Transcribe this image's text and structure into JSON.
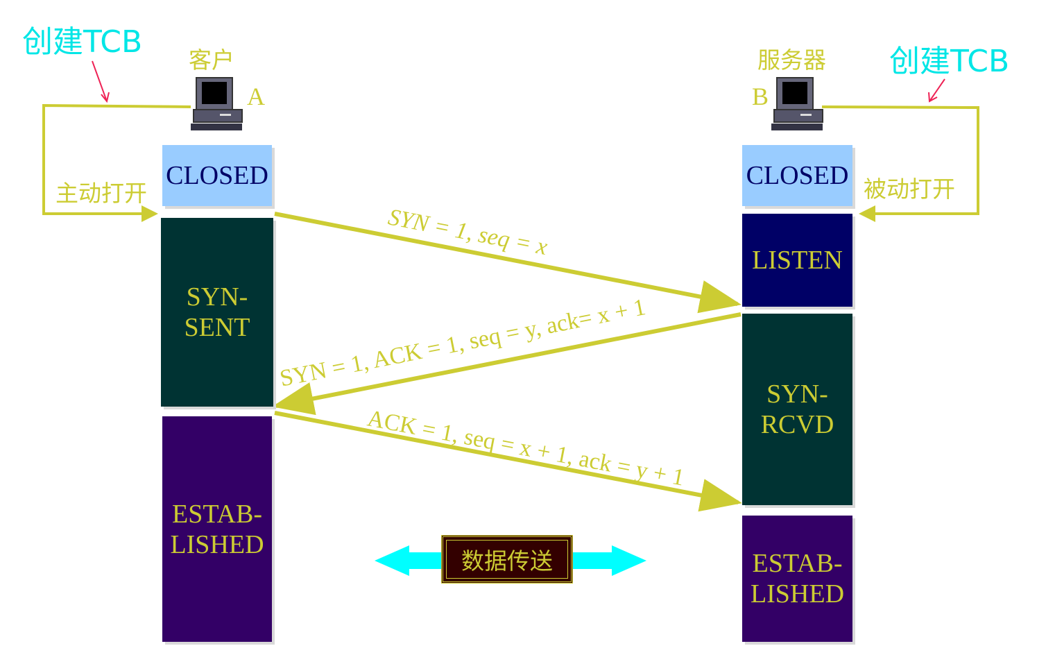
{
  "client": {
    "title": "客户",
    "host_letter": "A",
    "open_label": "主动打开",
    "tcb_label": "创建TCB",
    "states": {
      "closed": "CLOSED",
      "syn_sent_line1": "SYN-",
      "syn_sent_line2": "SENT",
      "established_line1": "ESTAB-",
      "established_line2": "LISHED"
    }
  },
  "server": {
    "title": "服务器",
    "host_letter": "B",
    "open_label": "被动打开",
    "tcb_label": "创建TCB",
    "states": {
      "closed": "CLOSED",
      "listen": "LISTEN",
      "syn_rcvd_line1": "SYN-",
      "syn_rcvd_line2": "RCVD",
      "established_line1": "ESTAB-",
      "established_line2": "LISHED"
    }
  },
  "messages": {
    "syn": "SYN = 1, seq = x",
    "syn_ack": "SYN = 1, ACK = 1, seq = y, ack= x + 1",
    "ack": "ACK = 1, seq = x + 1, ack = y + 1"
  },
  "data_transfer": "数据传送",
  "colors": {
    "accent_yellow": "#cccc33",
    "cyan": "#00e6e6",
    "closed_bg": "#99ccff",
    "listen_bg": "#000066",
    "syn_bg": "#003333",
    "established_bg": "#330066",
    "pointer_red": "#ee2255"
  },
  "icons": {
    "client_computer": "computer-icon",
    "server_computer": "computer-icon"
  }
}
